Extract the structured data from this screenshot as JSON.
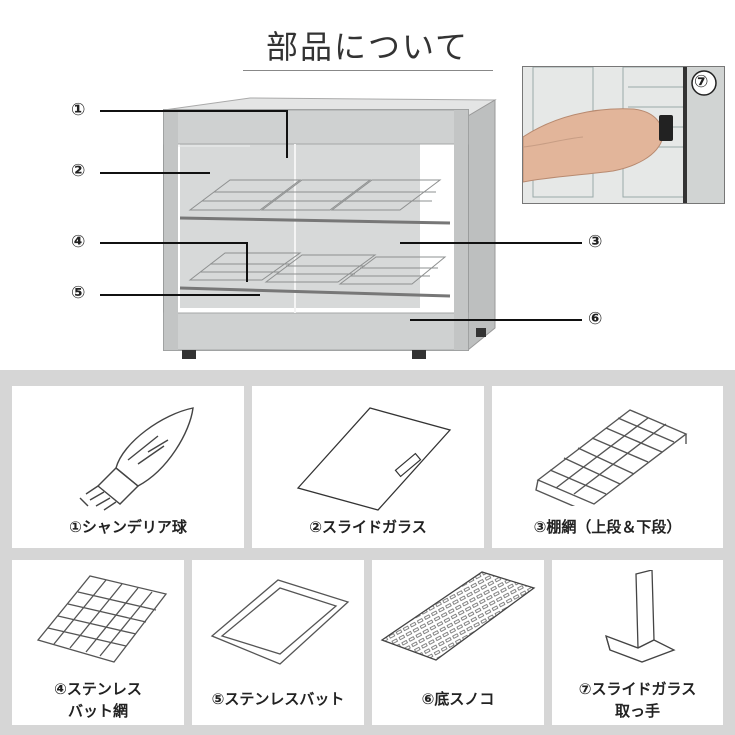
{
  "page_title": "部品について",
  "callouts": {
    "c1": "①",
    "c2": "②",
    "c3": "③",
    "c4": "④",
    "c5": "⑤",
    "c6": "⑥",
    "c7": "⑦"
  },
  "parts": [
    {
      "caption": "①シャンデリア球"
    },
    {
      "caption": "②スライドガラス"
    },
    {
      "caption": "③棚網（上段＆下段）"
    },
    {
      "caption_line1": "④ステンレス",
      "caption_line2": "バット網"
    },
    {
      "caption": "⑤ステンレスバット"
    },
    {
      "caption": "⑥底スノコ"
    },
    {
      "caption_line1": "⑦スライドガラス",
      "caption_line2": "取っ手"
    }
  ],
  "icons": {
    "bulb": "chandelier-bulb-icon",
    "glass": "slide-glass-icon",
    "rack": "shelf-rack-icon",
    "mesh": "steel-mesh-icon",
    "tray": "steel-tray-icon",
    "duckboard": "bottom-duckboard-icon",
    "handle": "glass-handle-icon"
  },
  "colors": {
    "panel_bg": "#d6d6d6",
    "card_bg": "#ffffff",
    "steel": "#c9cbcb"
  }
}
